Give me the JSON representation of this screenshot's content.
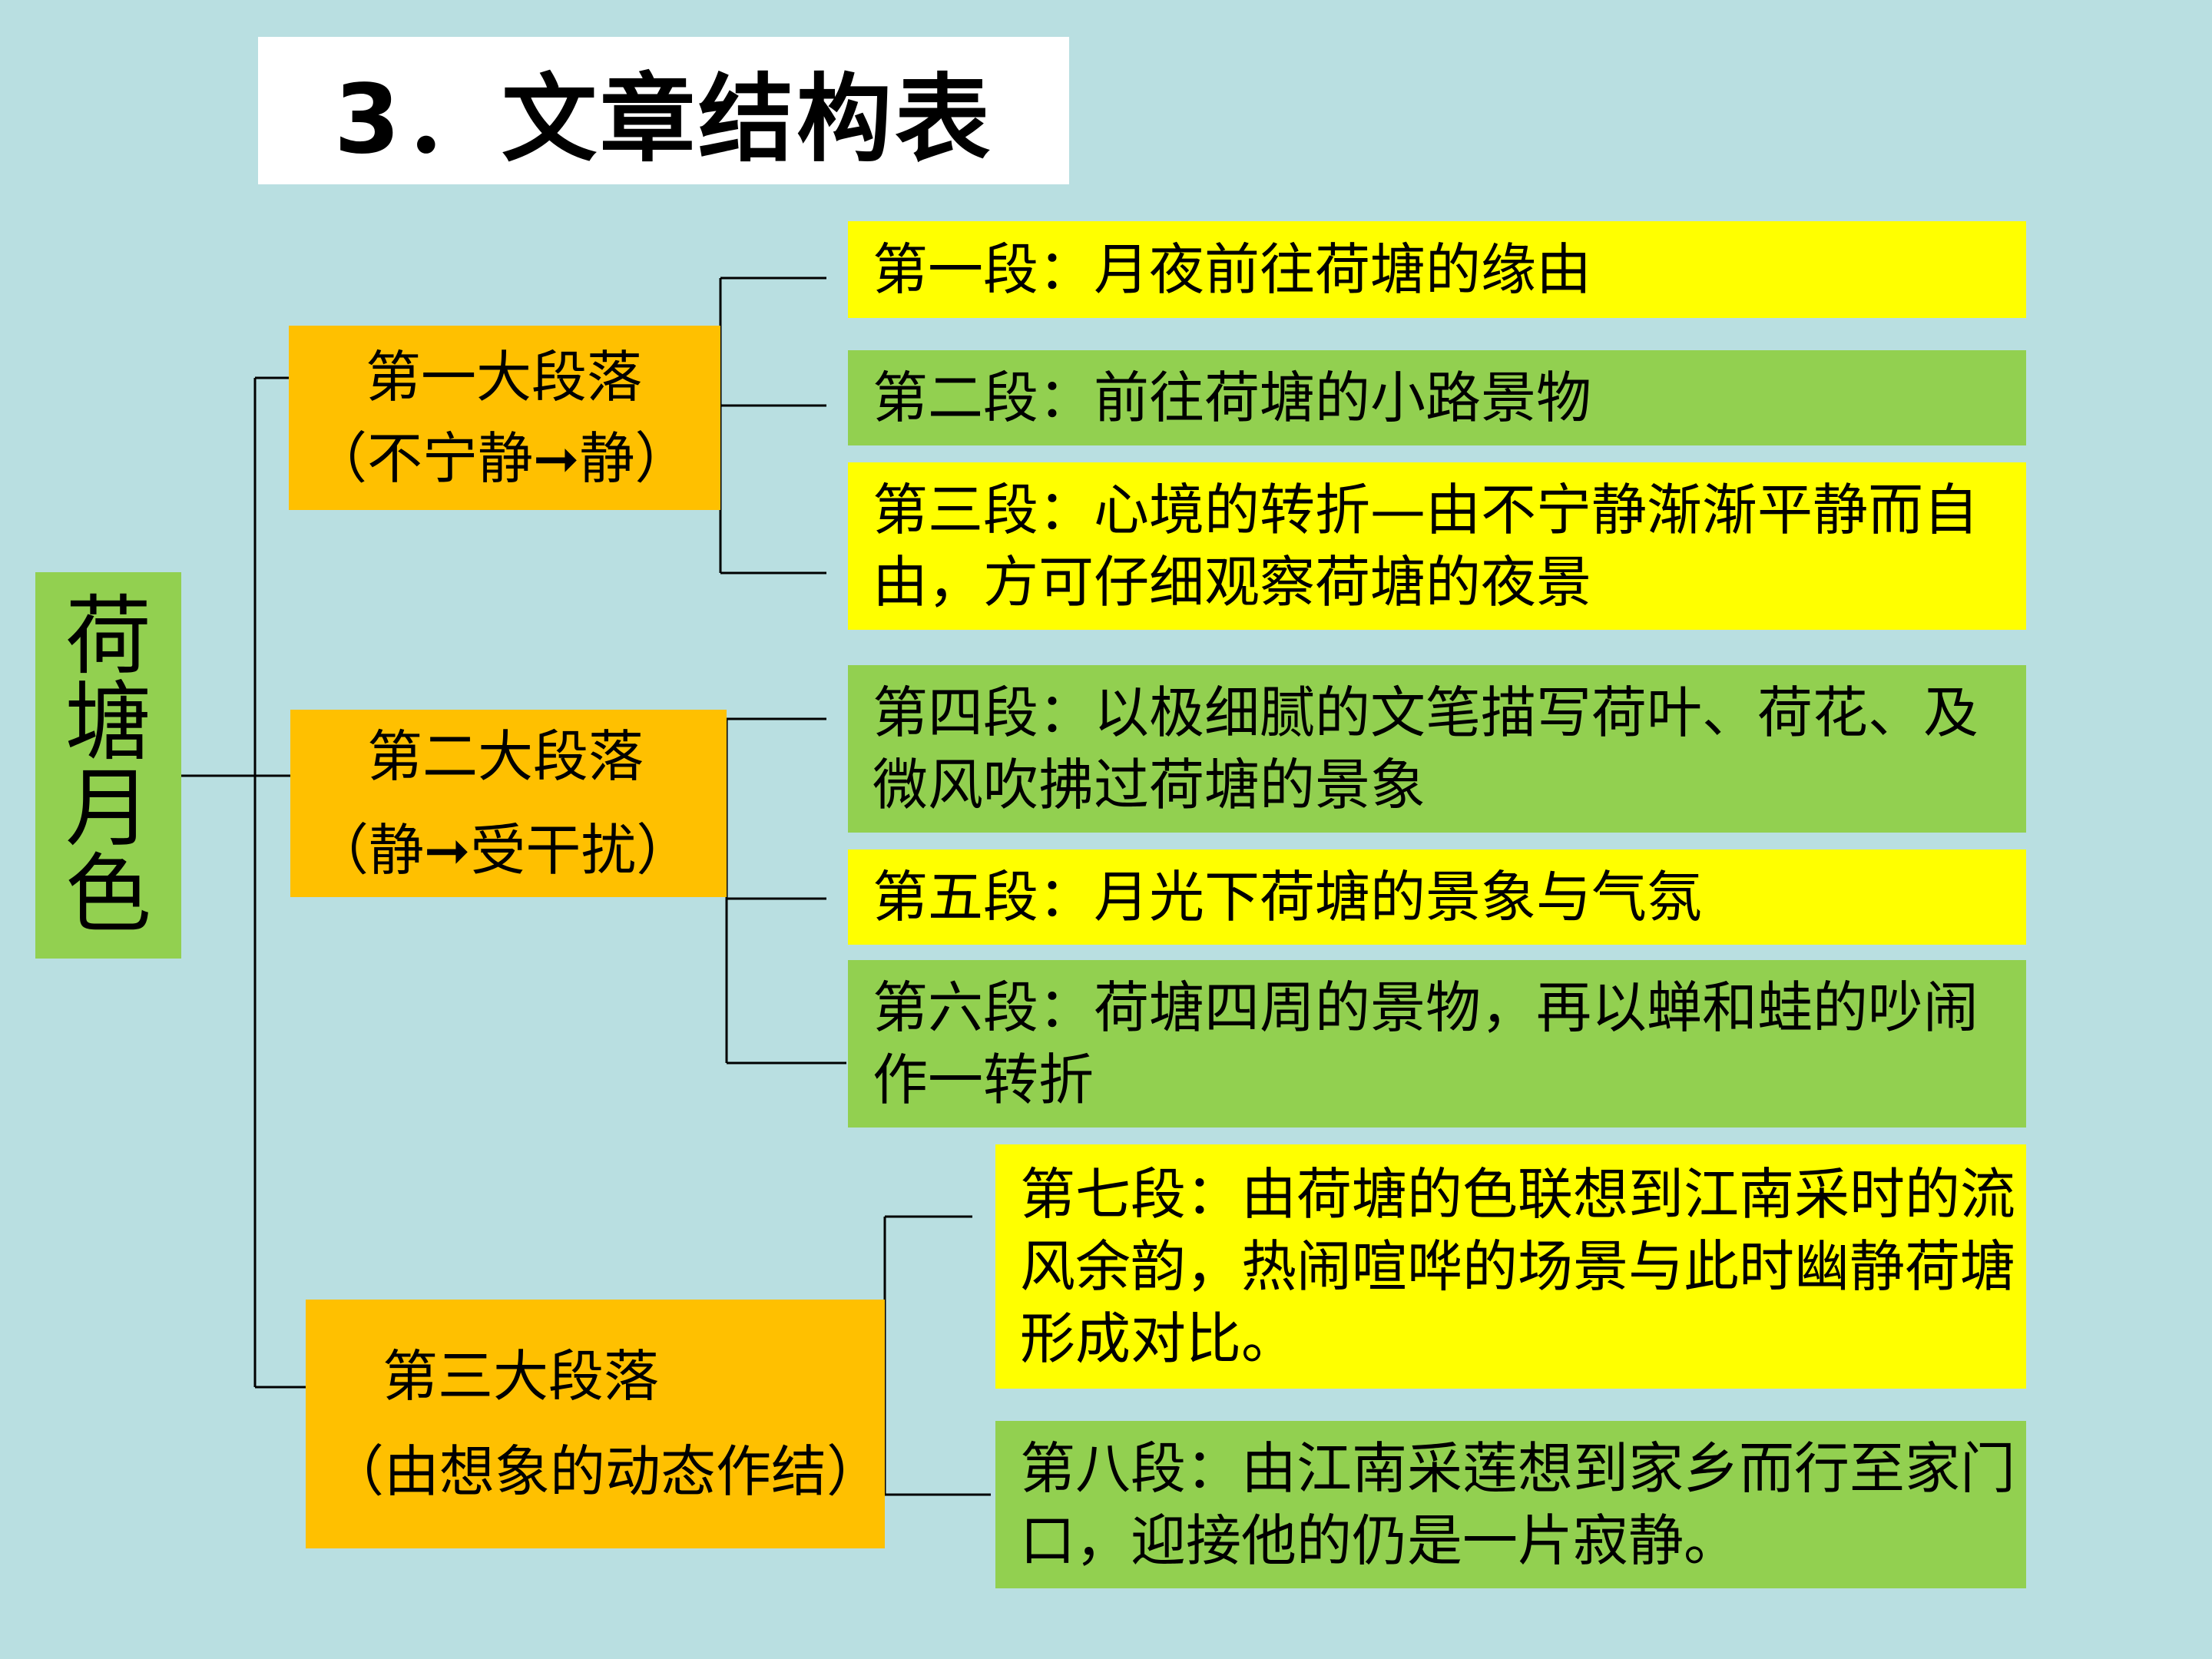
{
  "title": "3．文章结构表",
  "root": "荷塘月色",
  "colors": {
    "background": "#b9dfe1",
    "section": "#ffc000",
    "yellow": "#ffff00",
    "green": "#92d050"
  },
  "sections": [
    {
      "name": "第一大段落",
      "sub": "（不宁静➞静）"
    },
    {
      "name": "第二大段落",
      "sub": "（静➞受干扰）"
    },
    {
      "name": "第三大段落",
      "sub": "（由想象的动态作结）"
    }
  ],
  "paragraphs": [
    {
      "text": "第一段：月夜前往荷塘的缘由",
      "color": "yellow"
    },
    {
      "text": "第二段：前往荷塘的小路景物",
      "color": "green"
    },
    {
      "text": "第三段：心境的转折—由不宁静渐渐平静而自由，方可仔细观察荷塘的夜景",
      "color": "yellow"
    },
    {
      "text": "第四段：以极细腻的文笔描写荷叶、荷花、及微风吹拂过荷塘的景象",
      "color": "green"
    },
    {
      "text": "第五段：月光下荷塘的景象与气氛",
      "color": "yellow"
    },
    {
      "text": "第六段：荷塘四周的景物，再以蝉和蛙的吵闹作一转折",
      "color": "green"
    },
    {
      "text": "第七段：由荷塘的色联想到江南采时的流风余韵，热闹喧哗的场景与此时幽静荷塘形成对比。",
      "color": "yellow"
    },
    {
      "text": "第八段：由江南采莲想到家乡而行至家门口，迎接他的仍是一片寂静。",
      "color": "green"
    }
  ]
}
